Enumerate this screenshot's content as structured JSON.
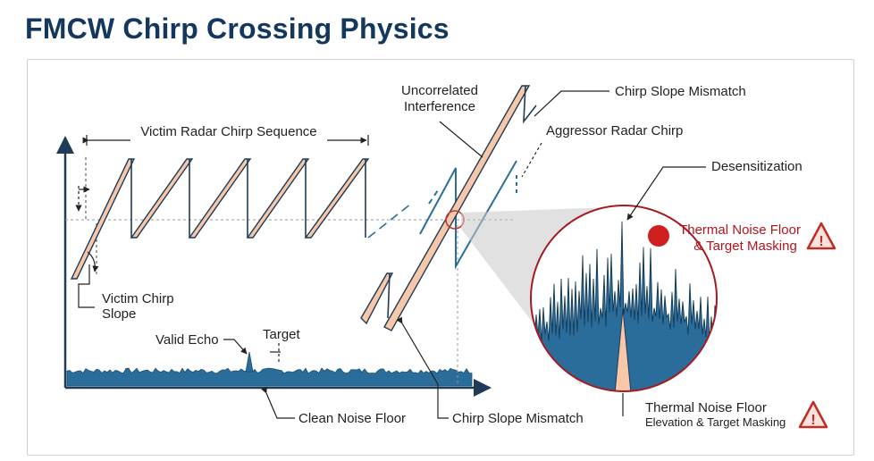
{
  "title": "FMCW Chirp Crossing Physics",
  "labels": {
    "victim_sequence": "Victim Radar Chirp Sequence",
    "uncorrelated_line1": "Uncorrelated",
    "uncorrelated_line2": "Interference",
    "chirp_slope_mismatch_top": "Chirp Slope Mismatch",
    "aggressor_chirp": "Aggressor Radar Chirp",
    "desensitization": "Desensitization",
    "thermal_masking_line1": "Thermal Noise Floor",
    "thermal_masking_line2": "& Target Masking",
    "victim_slope_line1": "Victim Chirp",
    "victim_slope_line2": "Slope",
    "valid_echo": "Valid Echo",
    "target": "Target",
    "clean_noise_floor": "Clean Noise Floor",
    "chirp_slope_mismatch_bottom": "Chirp Slope Mismatch",
    "thermal_elevation_line1": "Thermal Noise Floor",
    "thermal_elevation_line2": "Elevation & Target Masking"
  },
  "icons": {
    "warning": "warning-triangle-icon",
    "alert_dot": "red-dot-icon"
  },
  "colors": {
    "title": "#14375e",
    "victim_chirp_fill": "#f6c7a8",
    "aggressor_chirp": "#2d6e97",
    "noise_floor": "#2a6d9a",
    "alert_red": "#cf1f1f",
    "label_red": "#b3151d"
  }
}
